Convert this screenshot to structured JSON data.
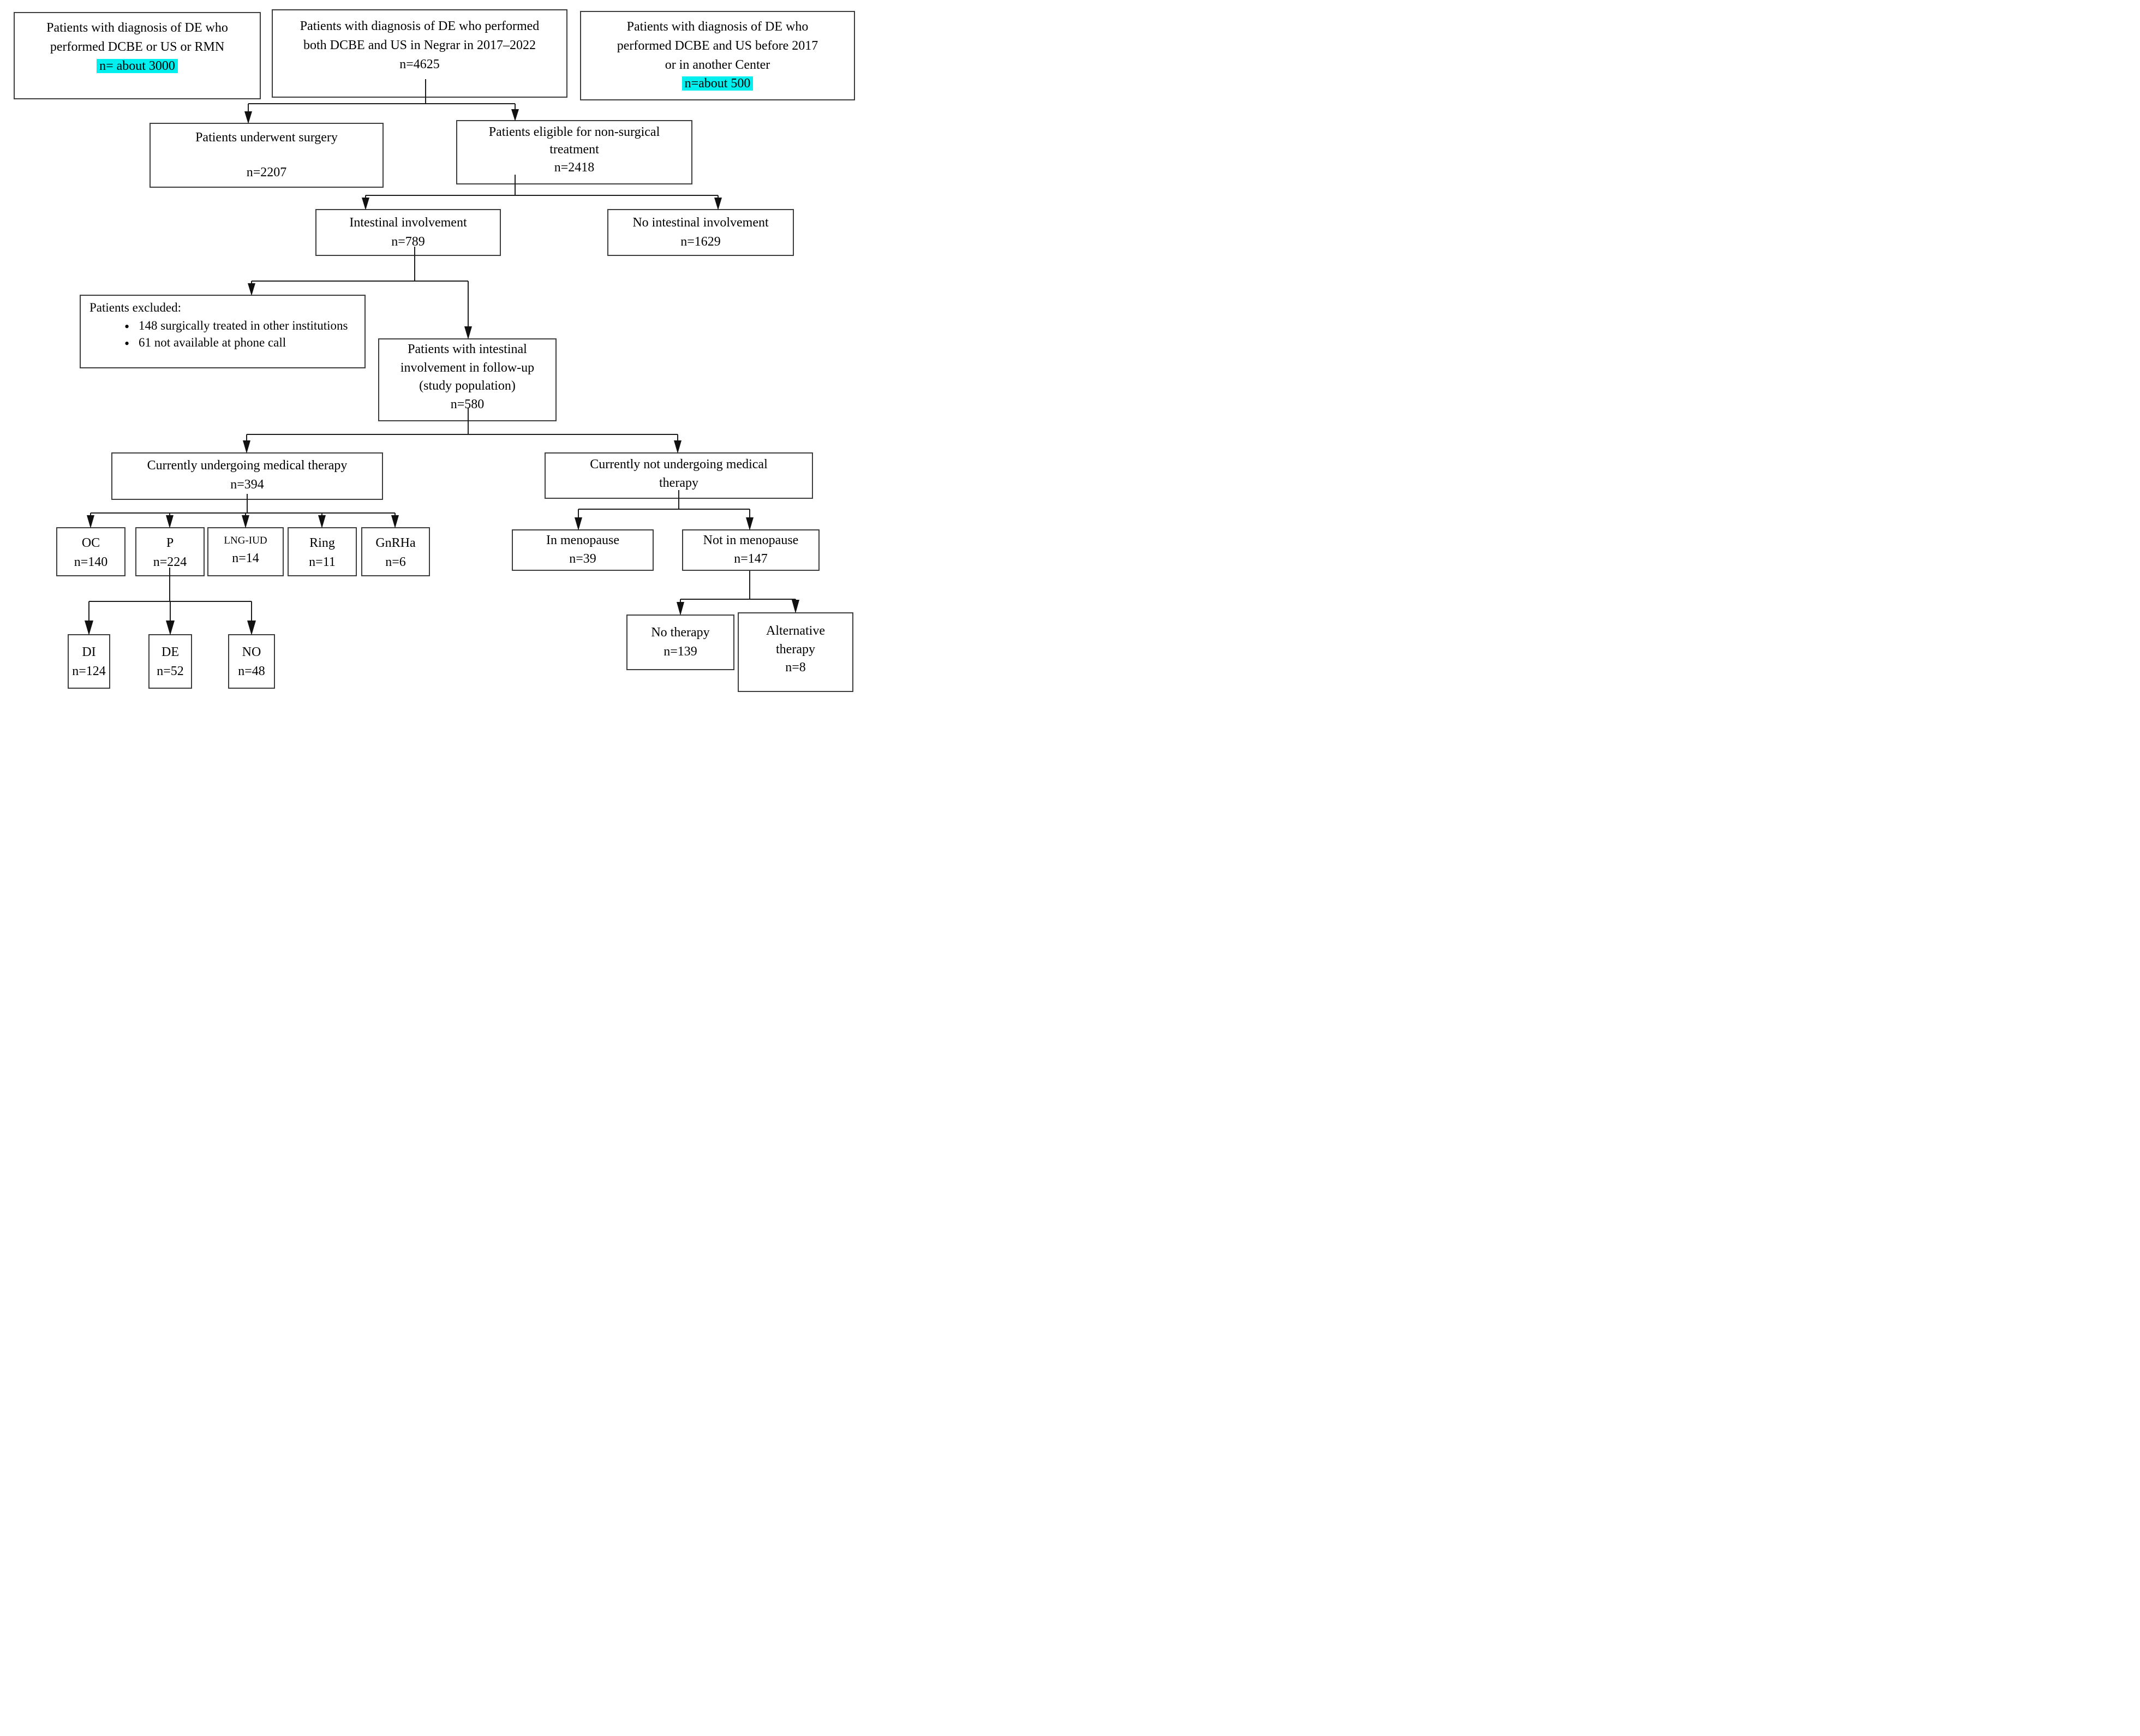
{
  "colors": {
    "highlight": "#00f0f0",
    "box_border": "#3d3d3d",
    "arrow": "#1c1c1c"
  },
  "nodes": {
    "src_rmn": {
      "line1": "Patients with diagnosis of DE who",
      "line2": "performed DCBE or US or RMN",
      "n": "n= about 3000"
    },
    "src_negrar": {
      "line1": "Patients with diagnosis of DE who performed",
      "line2": "both DCBE and US in Negrar in 2017–2022",
      "n": "n=4625"
    },
    "src_before": {
      "line1": "Patients with diagnosis of DE who",
      "line2": "performed DCBE and US before 2017",
      "line3": "or in another Center",
      "n": "n=about 500"
    },
    "surgery": {
      "line1": "Patients underwent surgery",
      "n": "n=2207"
    },
    "eligible": {
      "line1": "Patients eligible for non-surgical",
      "line2": "treatment",
      "n": "n=2418"
    },
    "intestinal": {
      "line1": "Intestinal involvement",
      "n": "n=789"
    },
    "no_intestinal": {
      "line1": "No intestinal involvement",
      "n": "n=1629"
    },
    "excluded": {
      "title": "Patients excluded:",
      "bullet1": "148 surgically treated in other institutions",
      "bullet2": "61 not  available at phone call"
    },
    "study_pop": {
      "line1": "Patients with intestinal",
      "line2": "involvement in follow-up",
      "line3": "(study population)",
      "n": "n=580"
    },
    "on_therapy": {
      "line1": "Currently undergoing medical therapy",
      "n": "n=394"
    },
    "off_therapy": {
      "line1": "Currently not undergoing medical",
      "line2": "therapy"
    },
    "oc": {
      "label": "OC",
      "n": "n=140"
    },
    "p": {
      "label": "P",
      "n": "n=224"
    },
    "lng_iud": {
      "label": "LNG-IUD",
      "n": "n=14"
    },
    "ring": {
      "label": "Ring",
      "n": "n=11"
    },
    "gnrha": {
      "label": "GnRHa",
      "n": "n=6"
    },
    "menopause": {
      "label": "In menopause",
      "n": "n=39"
    },
    "not_menopause": {
      "label": "Not in menopause",
      "n": "n=147"
    },
    "di": {
      "label": "DI",
      "n": "n=124"
    },
    "de": {
      "label": "DE",
      "n": "n=52"
    },
    "no": {
      "label": "NO",
      "n": "n=48"
    },
    "no_therapy": {
      "label": "No therapy",
      "n": "n=139"
    },
    "alt_therapy": {
      "line1": "Alternative",
      "line2": "therapy",
      "n": "n=8"
    }
  }
}
